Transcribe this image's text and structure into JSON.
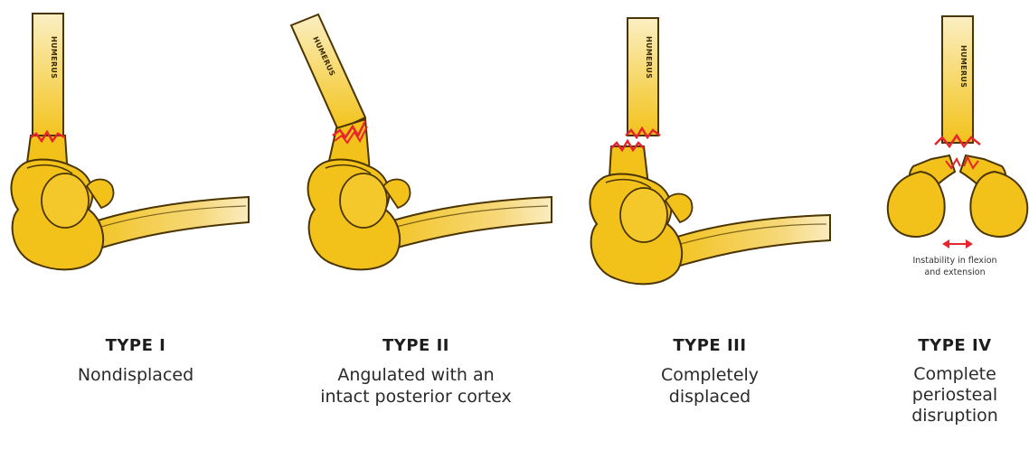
{
  "colors": {
    "bone_fill": "#f2c21b",
    "bone_outline": "#4a3400",
    "shaft_highlight": "#f9e7a8",
    "fracture_line": "#e8242c",
    "arrow": "#e8242c"
  },
  "bone_label": "HUMERUS",
  "panels": [
    {
      "title": "TYPE I",
      "description": "Nondisplaced"
    },
    {
      "title": "TYPE II",
      "description": "Angulated with an\nintact posterior cortex"
    },
    {
      "title": "TYPE III",
      "description": "Completely\ndisplaced"
    },
    {
      "title": "TYPE IV",
      "description": "Complete\nperiosteal\ndisruption"
    }
  ],
  "type4_note": "Instability in flexion\nand extension"
}
